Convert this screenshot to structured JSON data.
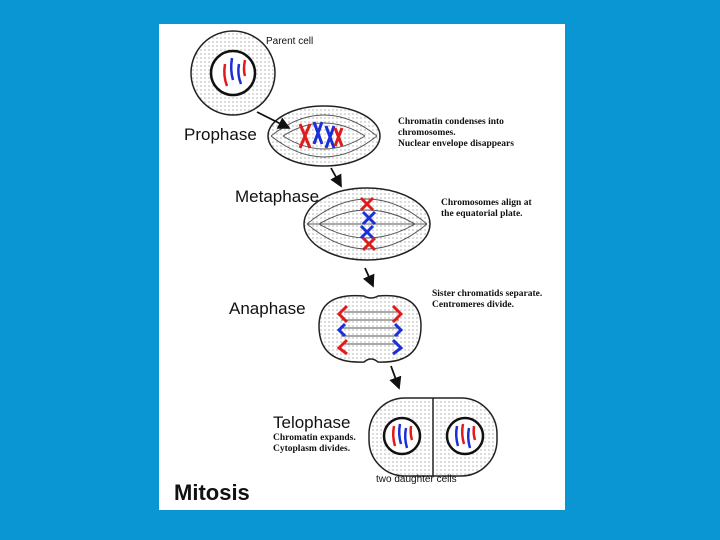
{
  "title": "Mitosis",
  "labels": {
    "parent_cell": "Parent cell",
    "prophase": "Prophase",
    "metaphase": "Metaphase",
    "anaphase": "Anaphase",
    "telophase": "Telophase",
    "daughter_cells": "two daughter cells"
  },
  "notes": {
    "prophase": [
      "Chromatin condenses into",
      "chromosomes.",
      "Nuclear envelope disappears"
    ],
    "metaphase": [
      "Chromosomes align at",
      "the equatorial plate."
    ],
    "anaphase": [
      "Sister chromatids separate.",
      "Centromeres divide."
    ],
    "telophase": [
      "Chromatin expands.",
      "Cytoplasm divides."
    ]
  },
  "colors": {
    "background": "#0a96d2",
    "panel": "#ffffff",
    "chromosome_red": "#e01b1b",
    "chromosome_blue": "#1b2fd6"
  }
}
